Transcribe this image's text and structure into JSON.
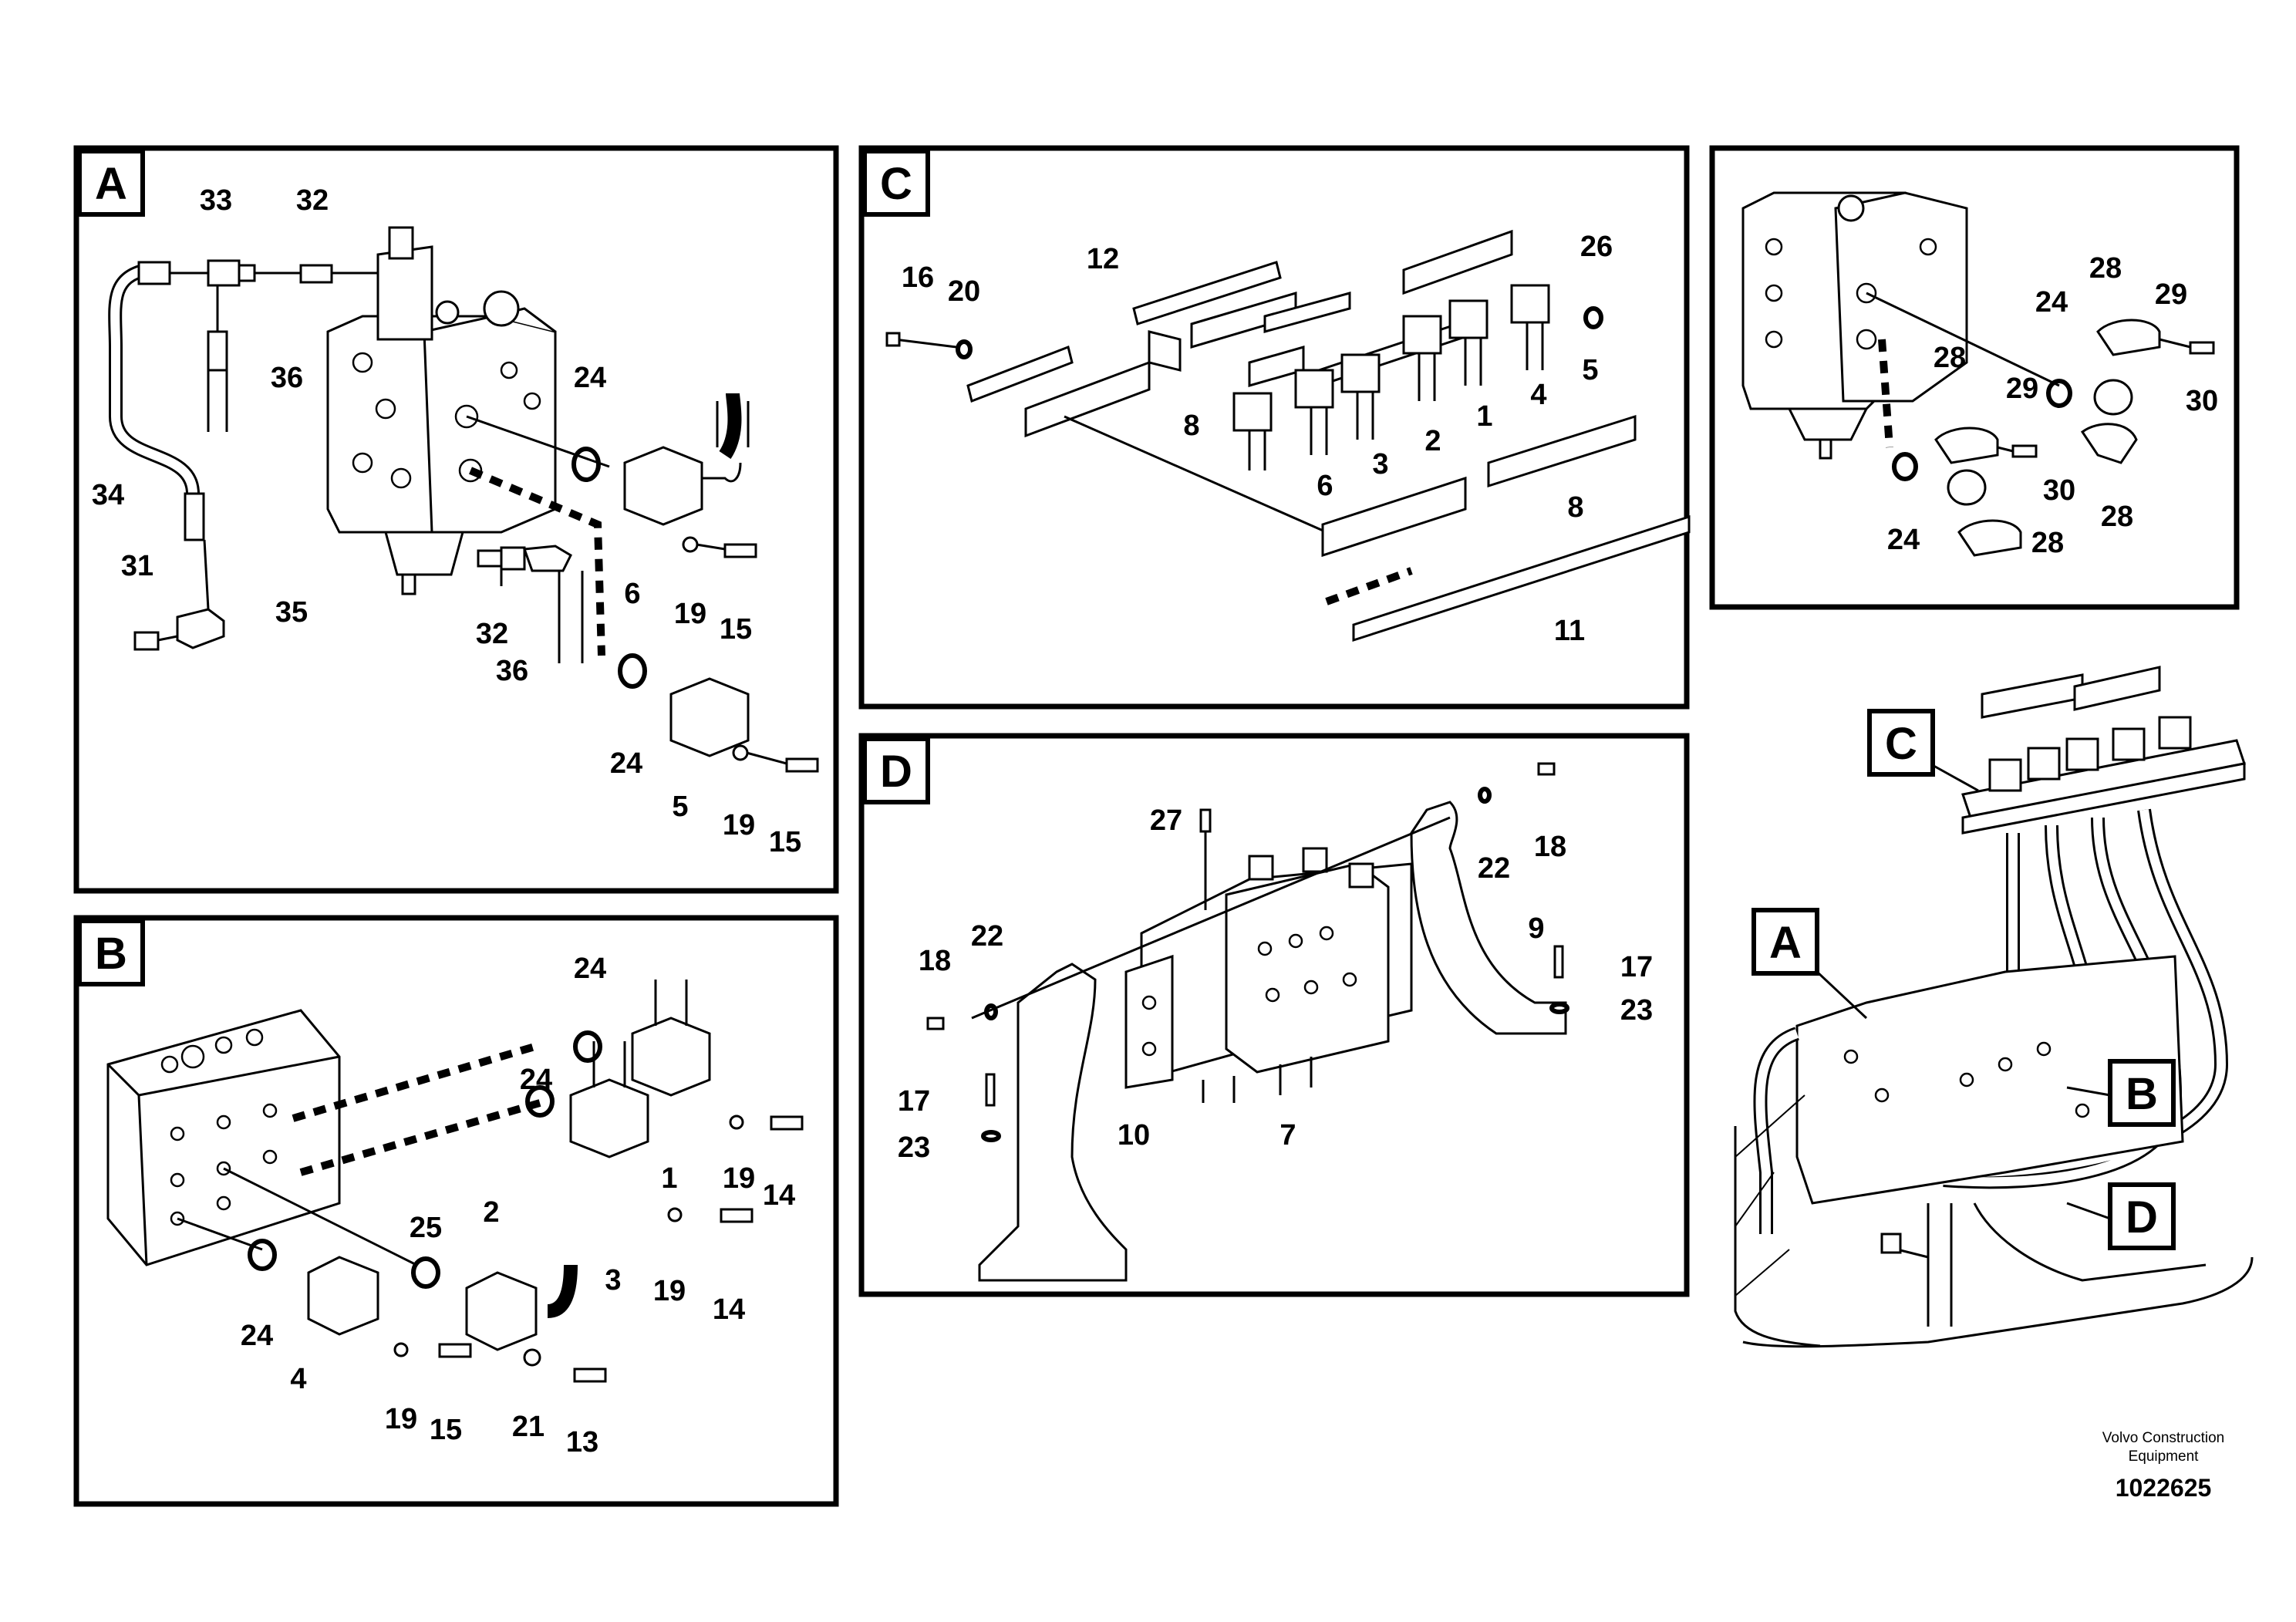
{
  "panels": {
    "a": {
      "letter": "A",
      "callouts": [
        "33",
        "32",
        "36",
        "24",
        "34",
        "31",
        "35",
        "6",
        "19",
        "15",
        "32",
        "36",
        "24",
        "5",
        "19",
        "15"
      ]
    },
    "b": {
      "letter": "B",
      "callouts": [
        "24",
        "24",
        "1",
        "19",
        "14",
        "25",
        "2",
        "3",
        "19",
        "14",
        "24",
        "4",
        "19",
        "15",
        "21",
        "13"
      ]
    },
    "c": {
      "letter": "C",
      "callouts": [
        "12",
        "16",
        "20",
        "26",
        "8",
        "1",
        "4",
        "5",
        "6",
        "3",
        "2",
        "8",
        "11"
      ]
    },
    "d": {
      "letter": "D",
      "callouts": [
        "27",
        "22",
        "18",
        "9",
        "18",
        "22",
        "17",
        "23",
        "10",
        "7",
        "17",
        "23"
      ]
    },
    "e": {
      "callouts": [
        "28",
        "29",
        "24",
        "28",
        "29",
        "30",
        "30",
        "28",
        "24",
        "28"
      ]
    }
  },
  "overview": {
    "labels": [
      "C",
      "A",
      "B",
      "D"
    ]
  },
  "footer": {
    "brand_line1": "Volvo Construction",
    "brand_line2": "Equipment",
    "drawing_number": "1022625"
  }
}
